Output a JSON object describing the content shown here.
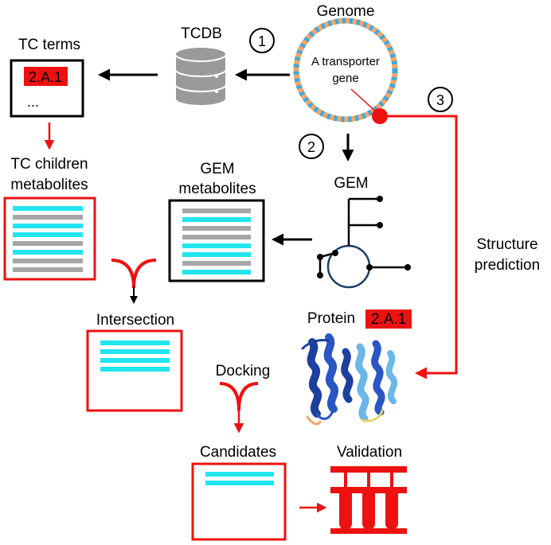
{
  "labels": {
    "genome": "Genome",
    "tcdb": "TCDB",
    "tc_terms": "TC terms",
    "tc_code": "2.A.1",
    "ellipsis": "...",
    "gene_line1": "A transporter",
    "gene_line2": "gene",
    "tc_children_line1": "TC children",
    "tc_children_line2": "metabolites",
    "gem_metabolites_line1": "GEM",
    "gem_metabolites_line2": "metabolites",
    "gem": "GEM",
    "structure_line1": "Structure",
    "structure_line2": "prediction",
    "protein": "Protein",
    "protein_code": "2.A.1",
    "intersection": "Intersection",
    "docking": "Docking",
    "candidates": "Candidates",
    "validation": "Validation"
  },
  "steps": [
    "1",
    "2",
    "3"
  ],
  "colors": {
    "red": "#ee1111",
    "cyan": "#22e5ee",
    "gray": "#a6a6a6",
    "black": "#000000",
    "genome_blue": "#3da9e0",
    "genome_orange": "#f2a66b",
    "database_gray": "#9a9a9a",
    "protein_dark": "#1d3f9e",
    "protein_light": "#6ab7e8"
  },
  "icons": {
    "database": "database-icon",
    "test_tubes": "test-tubes-icon",
    "protein": "protein-structure-icon",
    "network": "metabolic-network-icon"
  }
}
